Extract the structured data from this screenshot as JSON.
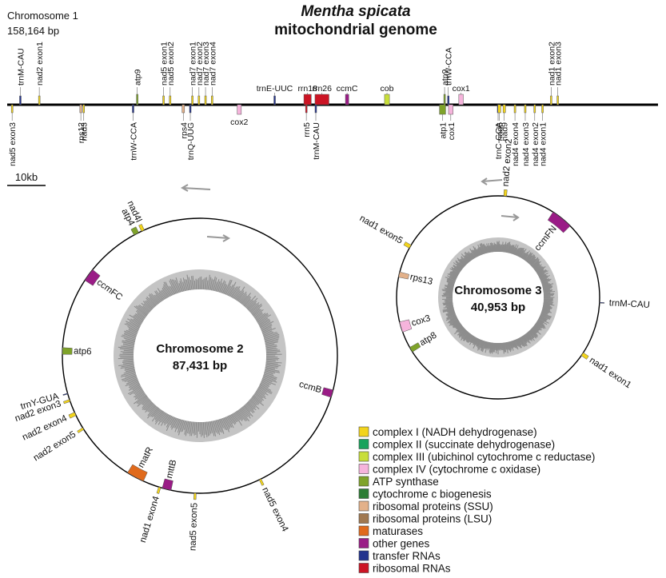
{
  "title": {
    "species": "Mentha spicata",
    "subtitle": "mitochondrial genome"
  },
  "scale_bar": {
    "label": "10kb"
  },
  "colors": {
    "complex_I": "#f2d41c",
    "complex_II": "#18a35c",
    "complex_III": "#c8de3a",
    "complex_IV": "#f6b4dc",
    "atp": "#7fa32a",
    "ccm": "#2d7d35",
    "rps": "#e3b18a",
    "rpl": "#a07850",
    "maturase": "#e06a1c",
    "other": "#9a1c86",
    "trna": "#23338e",
    "rrna": "#cc1424",
    "ring_gc_outer": "#c4c4c4",
    "ring_gc_inner": "#8d8d8d",
    "arrow": "#999999"
  },
  "chromosome1": {
    "name": "Chromosome 1",
    "size": "158,164 bp",
    "features_above": [
      {
        "label": "trnM-CAU",
        "pos_kb": 3.2,
        "len_kb": 0.1,
        "cat": "trna"
      },
      {
        "label": "nad2 exon1",
        "pos_kb": 7.8,
        "len_kb": 0.3,
        "cat": "complex_I"
      },
      {
        "label": "atp9",
        "pos_kb": 31.6,
        "len_kb": 0.3,
        "cat": "atp"
      },
      {
        "label": "nad5 exon1",
        "pos_kb": 38.0,
        "len_kb": 0.4,
        "cat": "complex_I"
      },
      {
        "label": "nad5 exon2",
        "pos_kb": 39.6,
        "len_kb": 0.4,
        "cat": "complex_I"
      },
      {
        "label": "nad7 exon1",
        "pos_kb": 45.0,
        "len_kb": 0.4,
        "cat": "complex_I"
      },
      {
        "label": "nad7 exon2",
        "pos_kb": 46.6,
        "len_kb": 0.4,
        "cat": "complex_I"
      },
      {
        "label": "nad7 exon3",
        "pos_kb": 48.2,
        "len_kb": 0.4,
        "cat": "complex_I"
      },
      {
        "label": "nad7 exon4",
        "pos_kb": 49.8,
        "len_kb": 0.4,
        "cat": "complex_I"
      },
      {
        "label": "trnE-UUC",
        "pos_kb": 65.0,
        "len_kb": 0.1,
        "cat": "trna"
      },
      {
        "label": "rrn18",
        "pos_kb": 73.0,
        "len_kb": 1.8,
        "cat": "rrna"
      },
      {
        "label": "rrn26",
        "pos_kb": 76.5,
        "len_kb": 3.4,
        "cat": "rrna"
      },
      {
        "label": "ccmC",
        "pos_kb": 82.6,
        "len_kb": 0.8,
        "cat": "other"
      },
      {
        "label": "cob",
        "pos_kb": 92.3,
        "len_kb": 1.2,
        "cat": "complex_III"
      },
      {
        "label": "atp9",
        "pos_kb": 106.3,
        "len_kb": 0.3,
        "cat": "atp"
      },
      {
        "label": "trnW-CCA",
        "pos_kb": 107.2,
        "len_kb": 0.1,
        "cat": "trna"
      },
      {
        "label": "cox1",
        "pos_kb": 110.3,
        "len_kb": 1.1,
        "cat": "complex_IV"
      },
      {
        "label": "nad1 exon2",
        "pos_kb": 132.2,
        "len_kb": 0.3,
        "cat": "complex_I"
      },
      {
        "label": "nad1 exon3",
        "pos_kb": 133.8,
        "len_kb": 0.3,
        "cat": "complex_I"
      }
    ],
    "features_below": [
      {
        "label": "nad5 exon3",
        "pos_kb": 1.2,
        "len_kb": 0.1,
        "cat": "complex_I"
      },
      {
        "label": "rps12",
        "pos_kb": 17.9,
        "len_kb": 0.5,
        "cat": "rps"
      },
      {
        "label": "nad3",
        "pos_kb": 18.6,
        "len_kb": 0.4,
        "cat": "complex_I"
      },
      {
        "label": "trnW-CCA",
        "pos_kb": 30.6,
        "len_kb": 0.1,
        "cat": "trna"
      },
      {
        "label": "rps4",
        "pos_kb": 42.8,
        "len_kb": 0.6,
        "cat": "rps"
      },
      {
        "label": "trnQ-UUG",
        "pos_kb": 44.5,
        "len_kb": 0.1,
        "cat": "trna"
      },
      {
        "label": "cox2",
        "pos_kb": 56.4,
        "len_kb": 1.0,
        "cat": "complex_IV"
      },
      {
        "label": "rrn5",
        "pos_kb": 72.7,
        "len_kb": 0.2,
        "cat": "rrna"
      },
      {
        "label": "trnM-CAU",
        "pos_kb": 75.0,
        "len_kb": 0.1,
        "cat": "trna"
      },
      {
        "label": "atp1",
        "pos_kb": 105.8,
        "len_kb": 1.5,
        "cat": "atp"
      },
      {
        "label": "cox1",
        "pos_kb": 107.8,
        "len_kb": 1.1,
        "cat": "complex_IV"
      },
      {
        "label": "trnC-GCA",
        "pos_kb": 119.3,
        "len_kb": 0.1,
        "cat": "trna"
      },
      {
        "label": "nad6",
        "pos_kb": 119.6,
        "len_kb": 0.7,
        "cat": "complex_I"
      },
      {
        "label": "nad9",
        "pos_kb": 120.8,
        "len_kb": 0.6,
        "cat": "complex_I"
      },
      {
        "label": "nad4 exon4",
        "pos_kb": 123.4,
        "len_kb": 0.4,
        "cat": "complex_I"
      },
      {
        "label": "nad4 exon3",
        "pos_kb": 125.9,
        "len_kb": 0.4,
        "cat": "complex_I"
      },
      {
        "label": "nad4 exon2",
        "pos_kb": 128.2,
        "len_kb": 0.4,
        "cat": "complex_I"
      },
      {
        "label": "nad4 exon1",
        "pos_kb": 130.1,
        "len_kb": 0.4,
        "cat": "complex_I"
      }
    ]
  },
  "chromosome2": {
    "name": "Chromosome 2",
    "size": "87,431 bp",
    "features": [
      {
        "label": "ccmB",
        "deg": 106,
        "span": 3.2,
        "cat": "other",
        "side": "in"
      },
      {
        "label": "nad5 exon4",
        "deg": 154,
        "span": 0.9,
        "cat": "complex_I",
        "side": "out"
      },
      {
        "label": "nad5 exon5",
        "deg": 182,
        "span": 0.9,
        "cat": "complex_I",
        "side": "out"
      },
      {
        "label": "nad1 exon4",
        "deg": 197,
        "span": 0.9,
        "cat": "complex_I",
        "side": "out"
      },
      {
        "label": "mttB",
        "deg": 194,
        "span": 3.8,
        "cat": "other",
        "side": "in"
      },
      {
        "label": "matR",
        "deg": 208,
        "span": 7.5,
        "cat": "maturase",
        "side": "in"
      },
      {
        "label": "nad2 exon5",
        "deg": 238,
        "span": 0.9,
        "cat": "complex_I",
        "side": "out"
      },
      {
        "label": "nad2 exon4",
        "deg": 245,
        "span": 1.5,
        "cat": "complex_I",
        "side": "out"
      },
      {
        "label": "nad2 exon3",
        "deg": 251,
        "span": 0.9,
        "cat": "complex_I",
        "side": "out"
      },
      {
        "label": "trnY-GUA",
        "deg": 254,
        "span": 0.35,
        "cat": "trna",
        "side": "out"
      },
      {
        "label": "atp6",
        "deg": 272,
        "span": 2.8,
        "cat": "atp",
        "side": "in"
      },
      {
        "label": "ccmFC",
        "deg": 306,
        "span": 5.5,
        "cat": "other",
        "side": "in"
      },
      {
        "label": "atp4",
        "deg": 332.5,
        "span": 2.2,
        "cat": "atp",
        "side": "out"
      },
      {
        "label": "nad4l",
        "deg": 335.5,
        "span": 1.3,
        "cat": "complex_I",
        "side": "out"
      }
    ]
  },
  "chromosome3": {
    "name": "Chromosome 3",
    "size": "40,953 bp",
    "features": [
      {
        "label": "nad2 exon2",
        "deg": 4,
        "span": 1.6,
        "cat": "complex_I",
        "side": "out"
      },
      {
        "label": "ccmFN",
        "deg": 39,
        "span": 12.5,
        "cat": "other",
        "side": "in"
      },
      {
        "label": "trnM-CAU",
        "deg": 93,
        "span": 0.4,
        "cat": "trna",
        "side": "out"
      },
      {
        "label": "nad1 exon1",
        "deg": 124,
        "span": 2.0,
        "cat": "complex_I",
        "side": "out"
      },
      {
        "label": "atp8",
        "deg": 239,
        "span": 3.0,
        "cat": "atp",
        "side": "in"
      },
      {
        "label": "cox3",
        "deg": 253,
        "span": 6.0,
        "cat": "complex_IV",
        "side": "in"
      },
      {
        "label": "rps13",
        "deg": 283,
        "span": 3.0,
        "cat": "rps",
        "side": "in"
      },
      {
        "label": "nad1 exon5",
        "deg": 300,
        "span": 2.0,
        "cat": "complex_I",
        "side": "out"
      }
    ]
  },
  "legend": [
    {
      "label": "complex I (NADH dehydrogenase)",
      "cat": "complex_I"
    },
    {
      "label": "complex II (succinate dehydrogenase)",
      "cat": "complex_II"
    },
    {
      "label": "complex III (ubichinol cytochrome c reductase)",
      "cat": "complex_III"
    },
    {
      "label": "complex IV (cytochrome c oxidase)",
      "cat": "complex_IV"
    },
    {
      "label": "ATP synthase",
      "cat": "atp"
    },
    {
      "label": "cytochrome c biogenesis",
      "cat": "ccm"
    },
    {
      "label": "ribosomal proteins (SSU)",
      "cat": "rps"
    },
    {
      "label": "ribosomal proteins (LSU)",
      "cat": "rpl"
    },
    {
      "label": "maturases",
      "cat": "maturase"
    },
    {
      "label": "other genes",
      "cat": "other"
    },
    {
      "label": "transfer RNAs",
      "cat": "trna"
    },
    {
      "label": "ribosomal RNAs",
      "cat": "rrna"
    }
  ]
}
